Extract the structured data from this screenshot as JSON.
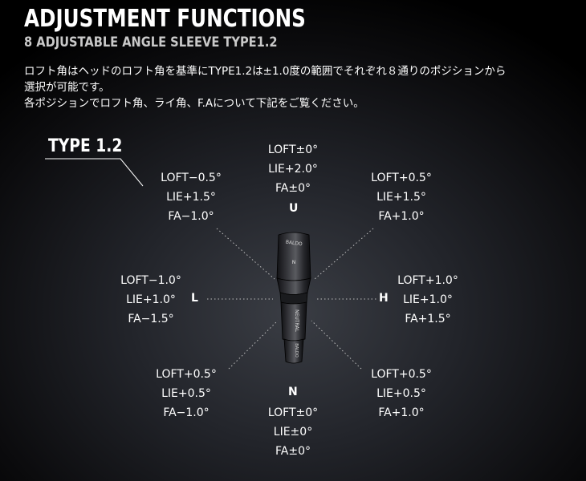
{
  "header": {
    "title": "ADJUSTMENT FUNCTIONS",
    "subtitle": "8 ADJUSTABLE ANGLE SLEEVE TYPE1.2"
  },
  "description": {
    "line1": "ロフト角はヘッドのロフト角を基準にTYPE1.2は±1.0度の範囲でそれぞれ８通りのポジションから",
    "line2": "選択が可能です。",
    "line3": "各ポジションでロフト角、ライ角、F.Aについて下記をご覧ください。"
  },
  "type_label": "TYPE 1.2",
  "positions": {
    "top": {
      "loft": "LOFT±0°",
      "lie": "LIE+2.0°",
      "fa": "FA±0°"
    },
    "top_left": {
      "loft": "LOFT−0.5°",
      "lie": "LIE+1.5°",
      "fa": "FA−1.0°"
    },
    "top_right": {
      "loft": "LOFT+0.5°",
      "lie": "LIE+1.5°",
      "fa": "FA+1.0°"
    },
    "left": {
      "loft": "LOFT−1.0°",
      "lie": "LIE+1.0°",
      "fa": "FA−1.5°"
    },
    "right": {
      "loft": "LOFT+1.0°",
      "lie": "LIE+1.0°",
      "fa": "FA+1.5°"
    },
    "bottom_left": {
      "loft": "LOFT+0.5°",
      "lie": "LIE+0.5°",
      "fa": "FA−1.0°"
    },
    "bottom_right": {
      "loft": "LOFT+0.5°",
      "lie": "LIE+0.5°",
      "fa": "FA+1.0°"
    },
    "bottom": {
      "loft": "LOFT±0°",
      "lie": "LIE±0°",
      "fa": "FA±0°"
    }
  },
  "letters": {
    "u": "U",
    "l": "L",
    "h": "H",
    "n": "N"
  },
  "sleeve": {
    "brand_text": "BALDO",
    "marker": "N",
    "band_text": "NEUTRAL",
    "tip_text": "BALDO"
  },
  "colors": {
    "background": "#000000",
    "text": "#ffffff",
    "subtitle": "#c9c9c9",
    "sleeve": "#2b2b2e"
  }
}
